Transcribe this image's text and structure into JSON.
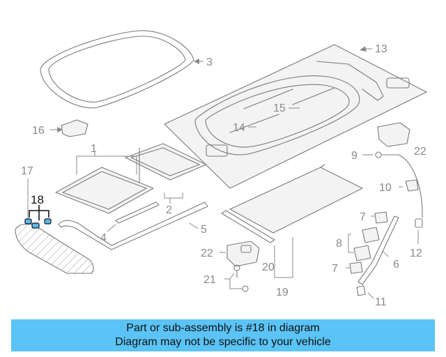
{
  "callouts": {
    "c1": "1",
    "c2": "2",
    "c3": "3",
    "c4": "4",
    "c5": "5",
    "c6": "6",
    "c7a": "7",
    "c7b": "7",
    "c8": "8",
    "c9": "9",
    "c10": "10",
    "c11": "11",
    "c12": "12",
    "c13": "13",
    "c14": "14",
    "c15": "15",
    "c16": "16",
    "c17": "17",
    "c18": "18",
    "c19": "19",
    "c20": "20",
    "c21": "21",
    "c22a": "22",
    "c22b": "22"
  },
  "highlight": {
    "part": "18",
    "color": "#5bb8f0"
  },
  "banner": {
    "line1": "Part or sub-assembly is #18 in diagram",
    "line2": "Diagram may not be specific to your vehicle",
    "color": "#5bc3f5"
  }
}
